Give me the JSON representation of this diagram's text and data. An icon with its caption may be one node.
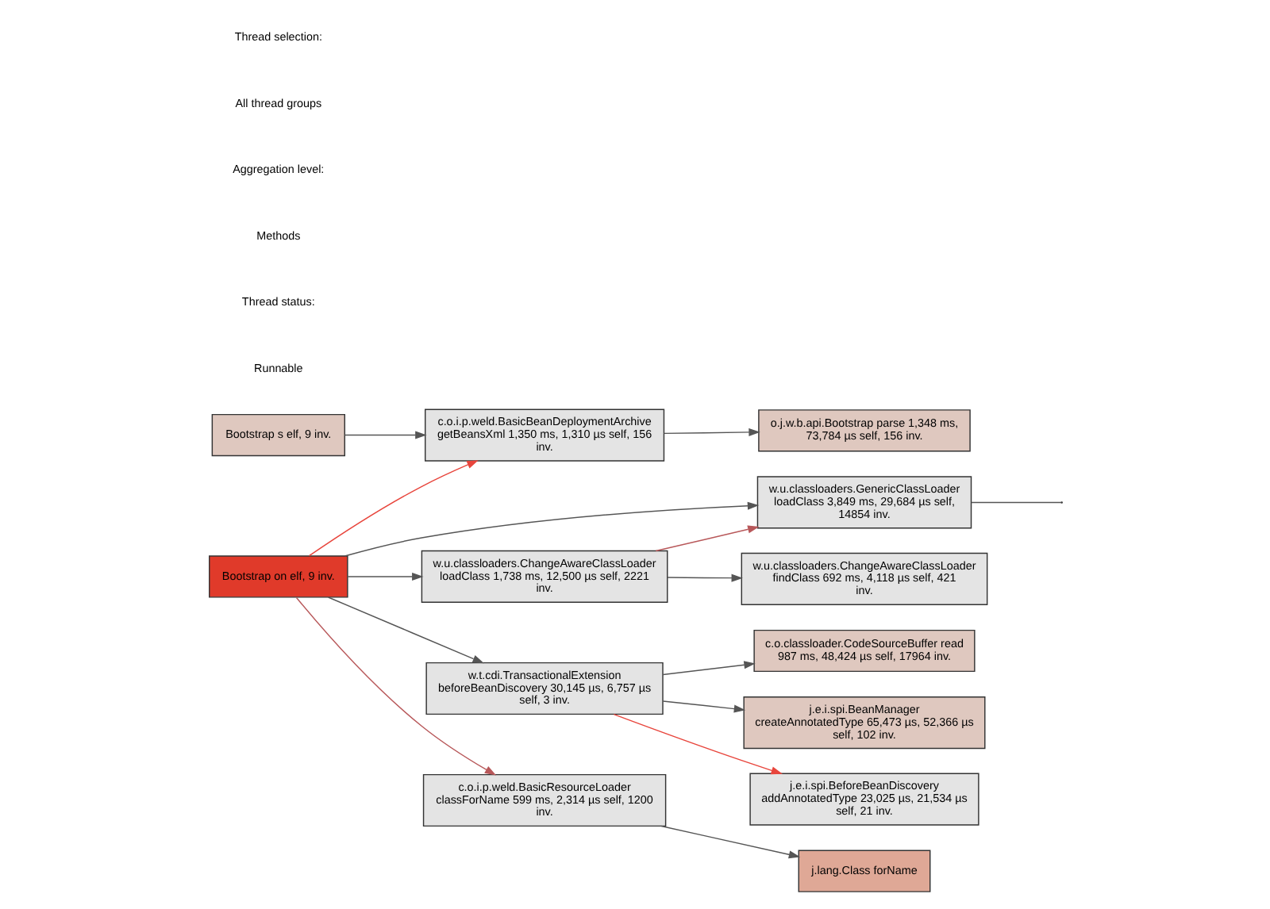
{
  "diagram": {
    "nodes": [
      {
        "text": [
          "Bootstrap s elf, 9 inv."
        ]
      },
      {
        "text": [
          "Bootstrap on elf, 9 inv."
        ]
      },
      {
        "text": [
          "c.o.i.p.weld.BasicBeanDeploymentArchive getBeansXml 1,350 ms, 1,310 µs self, 156 inv."
        ]
      },
      {
        "text": [
          "w.u.classloaders.ChangeAwareClassLoader loadClass 1,738 ms, 12,500 µs self, 2221 inv."
        ]
      },
      {
        "text": [
          "w.t.cdi.TransactionalExtension beforeBeanDiscovery 30,145 µs, 6,757 µs self, 3 inv."
        ]
      },
      {
        "text": [
          "c.o.i.p.weld.BasicResourceLoader classForName 599 ms, 2,314 µs self, 1200 inv."
        ]
      },
      {
        "text": [
          "o.j.w.b.api.Bootstrap parse 1,348 ms, 73,784 µs self, 156 inv."
        ]
      },
      {
        "text": [
          "w.u.classloaders.GenericClassLoader loadClass 3,849 ms, 29,684 µs self, 14854 inv."
        ]
      },
      {
        "text": [
          "w.u.classloaders.ChangeAwareClassLoader findClass 692 ms, 4,118 µs self, 421 inv."
        ]
      },
      {
        "text": [
          "c.o.classloader.CodeSourceBuffer read 987 ms, 48,424 µs self, 17964 inv."
        ]
      },
      {
        "text": [
          "j.e.i.spi.BeanManager createAnnotatedType 65,473 µs, 52,366 µs self, 102 inv."
        ]
      },
      {
        "text": [
          "j.e.i.spi.BeforeBeanDiscovery addAnnotatedType 23,025 µs, 21,534 µs self, 21 inv."
        ]
      },
      {
        "text": [
          "j.lang.Class forName"
        ]
      }
    ],
    "edges": [
      {
        "from": 0,
        "to": 2,
        "arrow": "to"
      },
      {
        "from": 2,
        "to": 6,
        "arrow": "to"
      },
      {
        "from": 1,
        "to": 7,
        "arrow": "to"
      },
      {
        "from": 1,
        "to": 2,
        "arrow": "to",
        "color": "#e8453c"
      },
      {
        "from": 1,
        "to": 3,
        "arrow": "to"
      },
      {
        "from": 3,
        "to": 7,
        "arrow": "to",
        "color": "#b8585a"
      },
      {
        "from": 3,
        "to": 8,
        "arrow": "to"
      },
      {
        "from": 7,
        "to": null,
        "arrow": "none"
      },
      {
        "from": 1,
        "to": 4,
        "arrow": "to"
      },
      {
        "from": 1,
        "to": 5,
        "arrow": "to",
        "color": "#b8585a"
      },
      {
        "from": 4,
        "to": 9,
        "arrow": "to"
      },
      {
        "from": 4,
        "to": 10,
        "arrow": "to"
      },
      {
        "from": 4,
        "to": 11,
        "arrow": "to",
        "color": "#e8453c"
      },
      {
        "from": 5,
        "to": 12,
        "arrow": "to"
      }
    ],
    "labels": [
      "Thread selection:",
      "All thread groups",
      "Aggregation level:",
      "Methods",
      "Thread status:",
      "Runnable"
    ]
  }
}
